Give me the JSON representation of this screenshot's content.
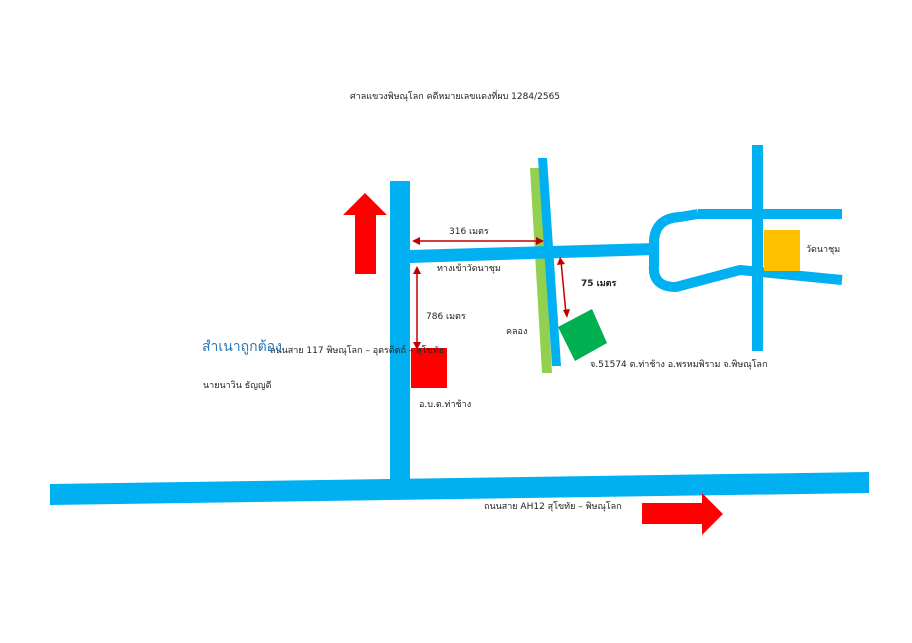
{
  "header": {
    "court_case": "ศาลแขวงพิษณุโลก คดีหมายเลขแดงที่ผบ 1284/2565"
  },
  "roads": {
    "route_117": "ถนนสาย 117 พิษณุโลก – อุตรดิตถ์ – สุโขทัย",
    "ah12": "ถนนสาย AH12 สุโขทัย – พิษณุโลก",
    "wat_na_chum_entrance": "ทางเข้าวัดนาชุม"
  },
  "landmarks": {
    "canal": "คลอง",
    "wat_na_chum": "วัดนาชุม",
    "district_office": "อ.บ.ต.ท่าช้าง",
    "property": "จ.51574 ต.ท่าช้าง อ.พรหมพิราม จ.พิษณุโลก"
  },
  "distances": {
    "d316": "316 เมตร",
    "d786": "786 เมตร",
    "d75": "75 เมตร"
  },
  "stamp": {
    "certified": "สำเนาถูกต้อง",
    "signer": "นายนาวิน ธัญญดี"
  },
  "colors": {
    "road": "#00b0f0",
    "arrow": "#ff0000",
    "canal": "#92d050",
    "property": "#00b050",
    "temple": "#ffc000",
    "office": "#ff0000",
    "stamp_text": "#2e75b6"
  }
}
